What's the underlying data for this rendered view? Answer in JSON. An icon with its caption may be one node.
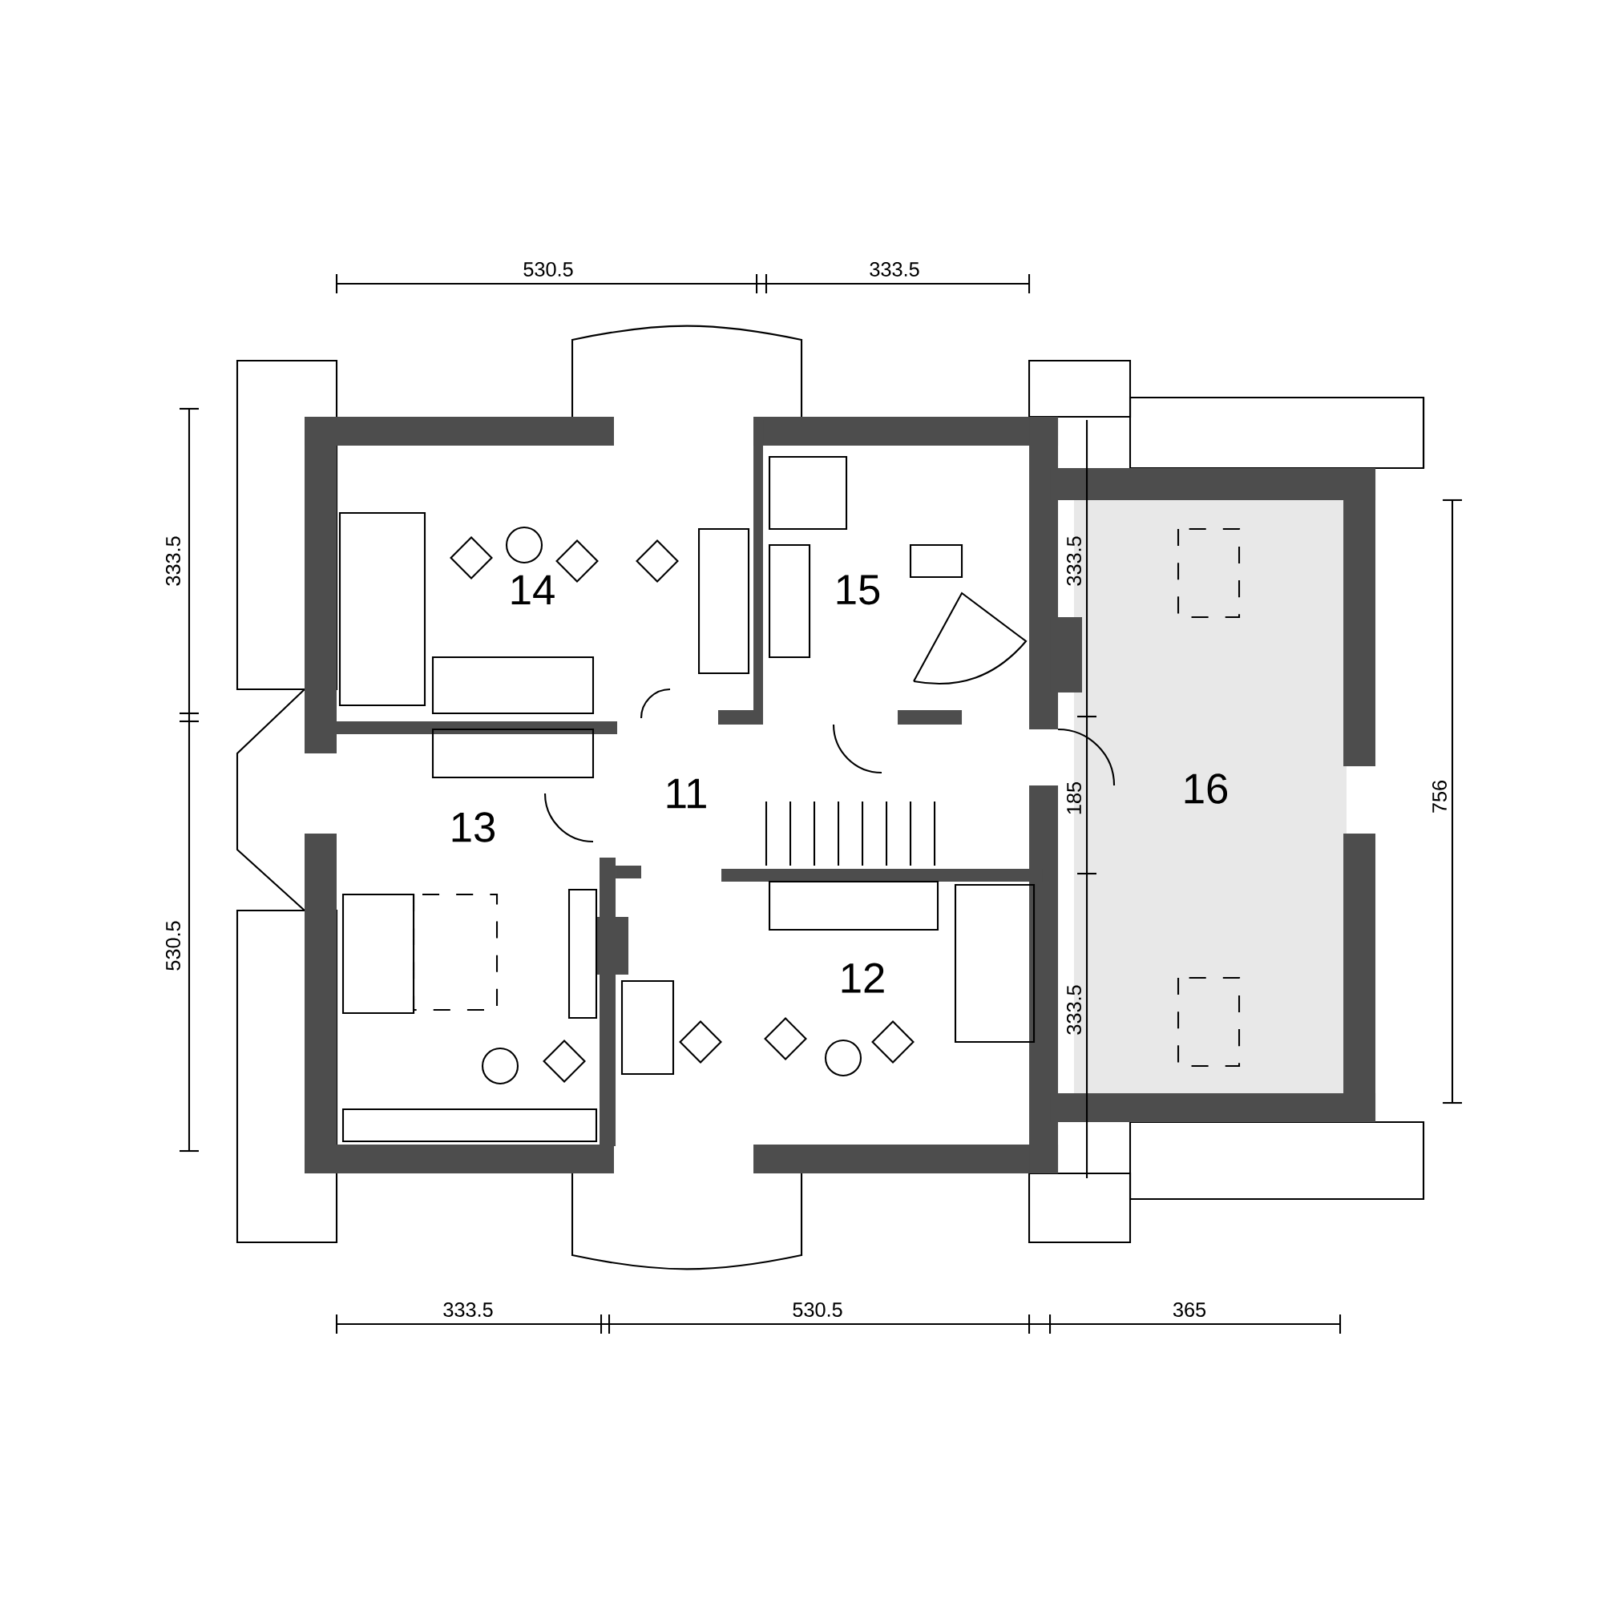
{
  "diagram": {
    "nodes": [
      {
        "text": [
          "14"
        ]
      },
      {
        "text": [
          "15"
        ]
      },
      {
        "text": [
          "16"
        ]
      },
      {
        "text": [
          "11"
        ]
      },
      {
        "text": [
          "13"
        ]
      },
      {
        "text": [
          "12"
        ]
      }
    ],
    "labels": [
      "530.5",
      "333.5",
      "333.5",
      "333.5",
      "185",
      "756",
      "530.5",
      "333.5",
      "333.5",
      "530.5",
      "365"
    ]
  }
}
